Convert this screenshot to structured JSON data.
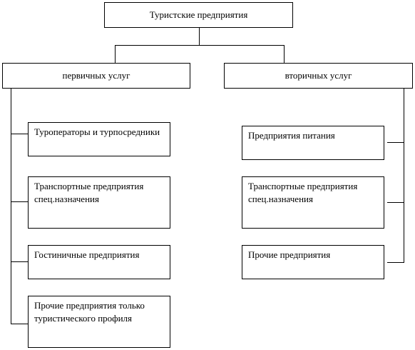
{
  "diagram": {
    "root": "Туристские предприятия",
    "branches": [
      {
        "label": "первичных услуг",
        "items": [
          "Туроператоры и турпосредники",
          "Транспортные предприятия спец.назначения",
          "Гостиничные предприятия",
          "Прочие предприятия только туристического профиля"
        ]
      },
      {
        "label": "вторичных услуг",
        "items": [
          "Предприятия питания",
          "Транспортные предприятия спец.назначения",
          "Прочие предприятия"
        ]
      }
    ]
  }
}
